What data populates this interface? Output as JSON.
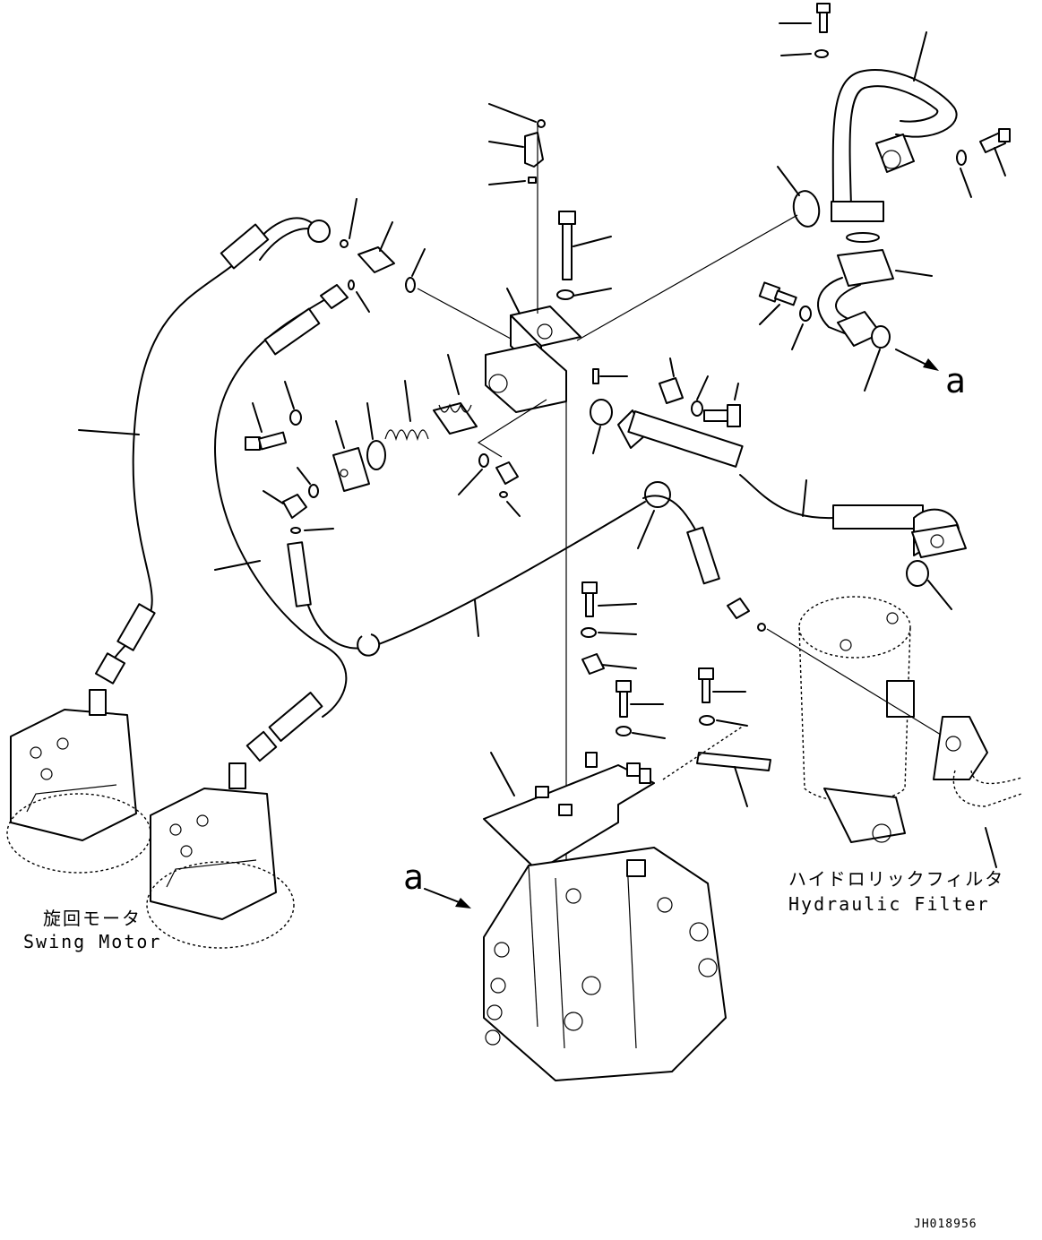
{
  "labels": {
    "swing_motor_jp": "旋回モータ",
    "swing_motor_en": "Swing Motor",
    "hydraulic_filter_jp": "ハイドロリックフィルタ",
    "hydraulic_filter_en": "Hydraulic Filter",
    "ref_a_right": "a",
    "ref_a_left": "a",
    "drawing_code": "JH018956"
  }
}
